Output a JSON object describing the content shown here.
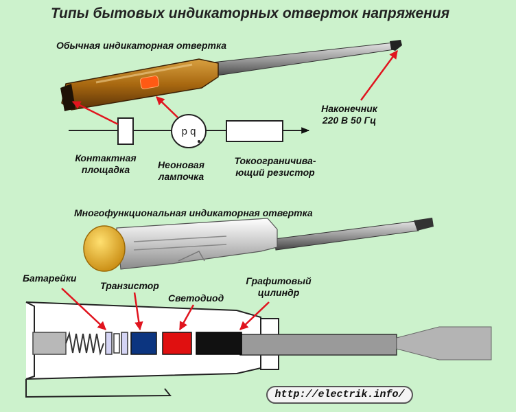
{
  "title": "Типы бытовых индикаторных отверток напряжения",
  "section1": {
    "heading": "Обычная индикаторная отвертка",
    "tip_line1": "Наконечник",
    "tip_line2": "220 В 50 Гц",
    "contact_line1": "Контактная",
    "contact_line2": "площадка",
    "lamp_line1": "Неоновая",
    "lamp_line2": "лампочка",
    "resistor_line1": "Токоограничива-",
    "resistor_line2": "ющий резистор",
    "lamp_symbol": "p  q"
  },
  "section2": {
    "heading": "Многофункциональная индикаторная отвертка",
    "batteries": "Батарейки",
    "transistor": "Транзистор",
    "led": "Светодиод",
    "graphite_line1": "Графитовый",
    "graphite_line2": "цилиндр"
  },
  "url": "http://electrik.info/",
  "colors": {
    "background": "#ccf2cc",
    "arrow": "#e0141e",
    "transistor": "#0c3580",
    "led": "#e01010",
    "graphite": "#111111",
    "cap": "#e8b820"
  }
}
